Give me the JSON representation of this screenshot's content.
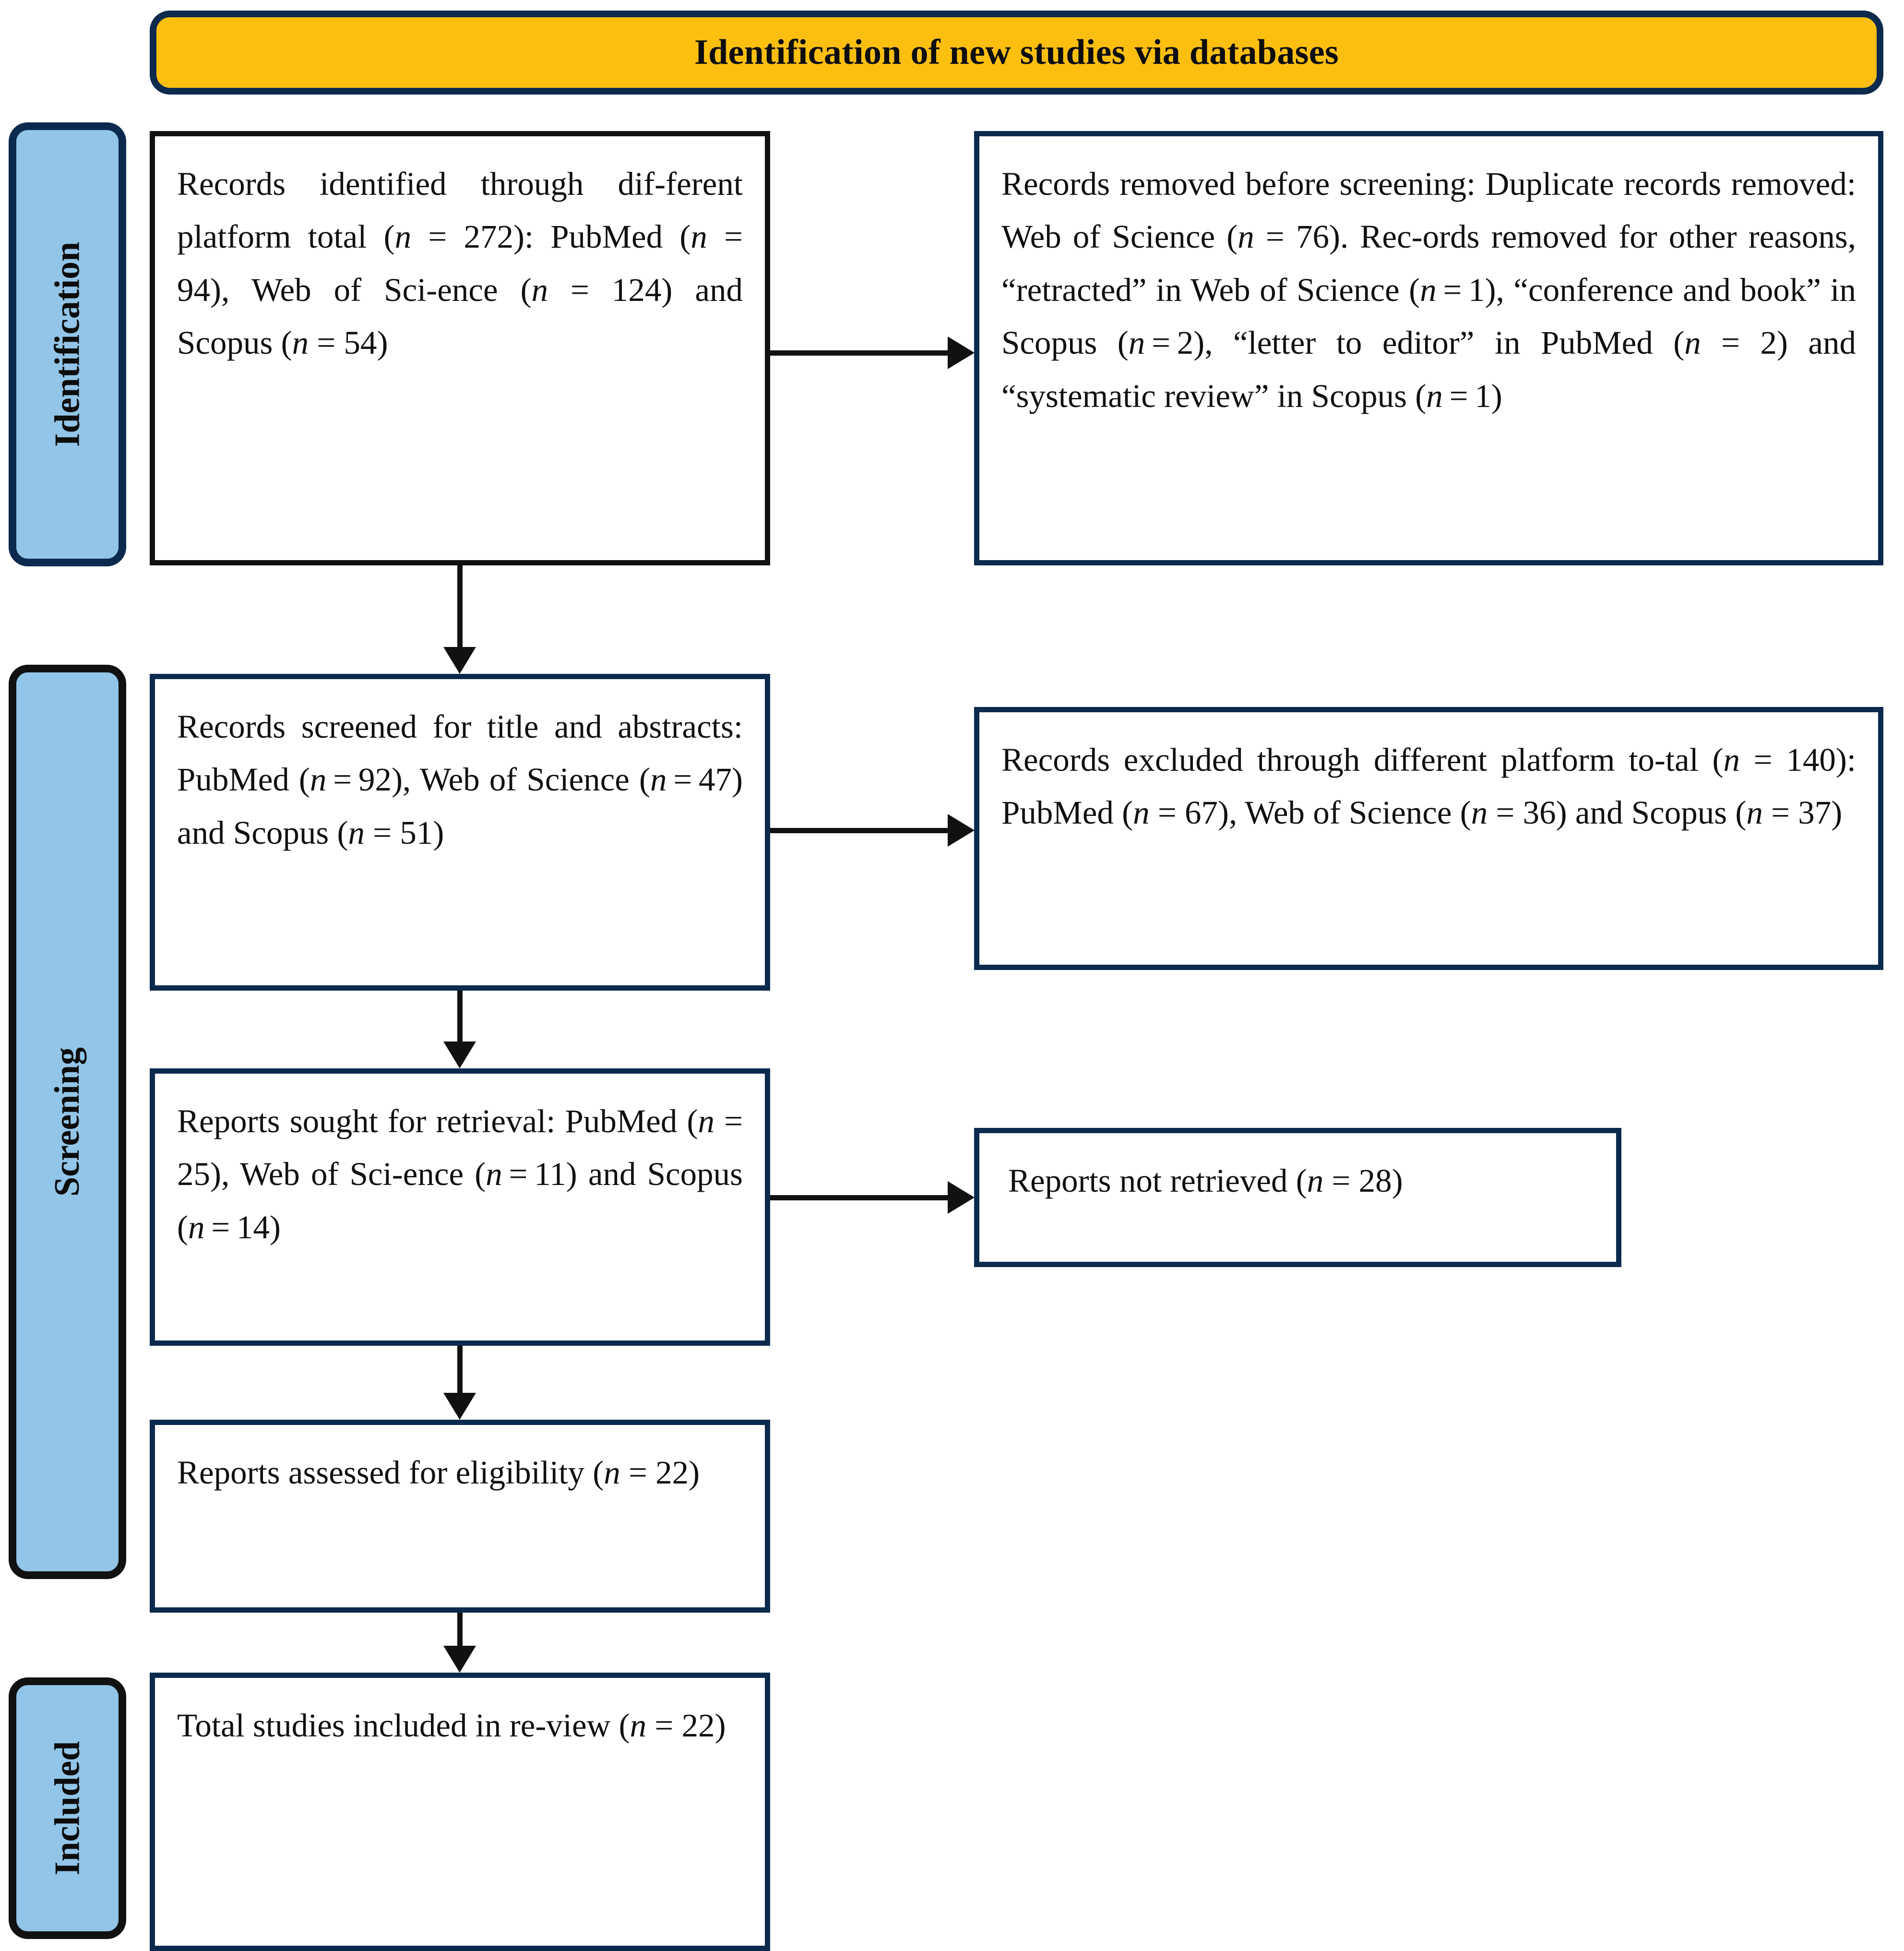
{
  "header": {
    "title": "Identification of new studies via databases",
    "fill_color": "#FCBF10",
    "border_color": "#0B2A4E"
  },
  "stages": [
    {
      "id": "identification",
      "label": "Identification",
      "fill_color": "#92C5E8",
      "border_color": "#0B2A4E"
    },
    {
      "id": "screening",
      "label": "Screening",
      "fill_color": "#92C5E8",
      "border_color": "#111111"
    },
    {
      "id": "included",
      "label": "Included",
      "fill_color": "#92C5E8",
      "border_color": "#111111"
    }
  ],
  "boxes": {
    "identified": {
      "text": "Records identified through different platform total (n = 272): PubMed (n = 94), Web of Science (n = 124) and Scopus (n = 54)",
      "border_color": "#111111"
    },
    "removed": {
      "text": "Records removed before screening: Duplicate records removed: Web of Science (n = 76). Records removed for other reasons, “retracted” in Web of Science (n = 1), “conference and book” in Scopus (n = 2), “letter to editor” in PubMed (n = 2) and “systematic review” in Scopus (n = 1)",
      "border_color": "#0B2A4E"
    },
    "screened": {
      "text": "Records screened for title and abstracts: PubMed (n = 92), Web of Science (n = 47) and Scopus (n = 51)",
      "border_color": "#0B2A4E"
    },
    "excluded": {
      "text": "Records excluded through different platform total (n = 140): PubMed (n = 67), Web of Science (n = 36) and Scopus (n = 37)",
      "border_color": "#0B2A4E"
    },
    "sought": {
      "text": "Reports sought for retrieval: PubMed (n = 25), Web of Science (n = 11) and Scopus (n = 14)",
      "border_color": "#0B2A4E"
    },
    "not_retrieved": {
      "text": "Reports not retrieved (n = 28)",
      "border_color": "#0B2A4E"
    },
    "eligibility": {
      "text": "Reports assessed for eligibility (n = 22)",
      "border_color": "#0B2A4E"
    },
    "included": {
      "text": "Total studies included in review (n = 22)",
      "border_color": "#0B2A4E"
    }
  },
  "chart_data": {
    "type": "diagram",
    "title": "Identification of new studies via databases",
    "stages": [
      "Identification",
      "Screening",
      "Included"
    ],
    "nodes": [
      {
        "id": "identified",
        "stage": "Identification",
        "label": "Records identified through different platform",
        "total": 272,
        "breakdown": {
          "PubMed": 94,
          "Web of Science": 124,
          "Scopus": 54
        }
      },
      {
        "id": "removed",
        "stage": "Identification",
        "label": "Records removed before screening",
        "duplicates": {
          "Web of Science": 76
        },
        "other_reasons": {
          "retracted (Web of Science)": 1,
          "conference and book (Scopus)": 2,
          "letter to editor (PubMed)": 2,
          "systematic review (Scopus)": 1
        }
      },
      {
        "id": "screened",
        "stage": "Screening",
        "label": "Records screened for title and abstracts",
        "breakdown": {
          "PubMed": 92,
          "Web of Science": 47,
          "Scopus": 51
        }
      },
      {
        "id": "excluded",
        "stage": "Screening",
        "label": "Records excluded through different platform",
        "total": 140,
        "breakdown": {
          "PubMed": 67,
          "Web of Science": 36,
          "Scopus": 37
        }
      },
      {
        "id": "sought",
        "stage": "Screening",
        "label": "Reports sought for retrieval",
        "breakdown": {
          "PubMed": 25,
          "Web of Science": 11,
          "Scopus": 14
        }
      },
      {
        "id": "not_retrieved",
        "stage": "Screening",
        "label": "Reports not retrieved",
        "total": 28
      },
      {
        "id": "eligibility",
        "stage": "Screening",
        "label": "Reports assessed for eligibility",
        "total": 22
      },
      {
        "id": "included",
        "stage": "Included",
        "label": "Total studies included in review",
        "total": 22
      }
    ],
    "edges": [
      {
        "from": "identified",
        "to": "removed",
        "direction": "right"
      },
      {
        "from": "identified",
        "to": "screened",
        "direction": "down"
      },
      {
        "from": "screened",
        "to": "excluded",
        "direction": "right"
      },
      {
        "from": "screened",
        "to": "sought",
        "direction": "down"
      },
      {
        "from": "sought",
        "to": "not_retrieved",
        "direction": "right"
      },
      {
        "from": "sought",
        "to": "eligibility",
        "direction": "down"
      },
      {
        "from": "eligibility",
        "to": "included",
        "direction": "down"
      }
    ]
  }
}
